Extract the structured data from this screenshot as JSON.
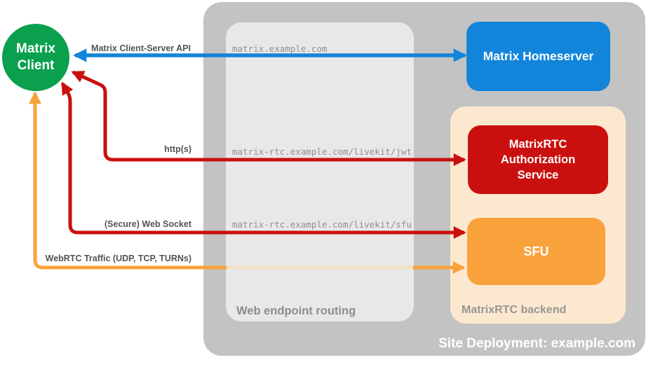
{
  "diagram_title": "Site Deployment: example.com",
  "colors": {
    "outer_container_gray": "#c3c3c3",
    "routing_panel_gray": "#e8e8e8",
    "client_green": "#0aa04e",
    "homeserver_blue": "#1285db",
    "auth_red": "#c9100e",
    "sfu_orange": "#f9a23c",
    "backend_peach": "#fce8cf",
    "faded_orange_segment": "#f3e1c5"
  },
  "nodes": {
    "client": {
      "label": "Matrix Client"
    },
    "homeserver": {
      "label": "Matrix Homeserver"
    },
    "auth_service": {
      "label": "MatrixRTC Authorization Service"
    },
    "sfu": {
      "label": "SFU"
    }
  },
  "containers": {
    "site_deployment_label": "Site Deployment: example.com",
    "web_endpoint_routing_label": "Web endpoint routing",
    "matrixrtc_backend_label": "MatrixRTC backend"
  },
  "arrows": [
    {
      "label": "Matrix Client-Server API",
      "endpoint": "matrix.example.com",
      "color": "#1285db",
      "from": "Matrix Client",
      "to": "Matrix Homeserver",
      "bidirectional": true
    },
    {
      "label": "http(s)",
      "endpoint": "matrix-rtc.example.com/livekit/jwt",
      "color": "#c9100e",
      "from": "Matrix Client",
      "to": "MatrixRTC Authorization Service",
      "bidirectional": true
    },
    {
      "label": "(Secure) Web Socket",
      "endpoint": "matrix-rtc.example.com/livekit/sfu",
      "color": "#c9100e",
      "from": "Matrix Client",
      "to": "SFU",
      "bidirectional": true
    },
    {
      "label": "WebRTC Traffic (UDP, TCP, TURNs)",
      "color": "#f9a23c",
      "from": "Matrix Client",
      "to": "SFU",
      "bidirectional": true
    }
  ]
}
